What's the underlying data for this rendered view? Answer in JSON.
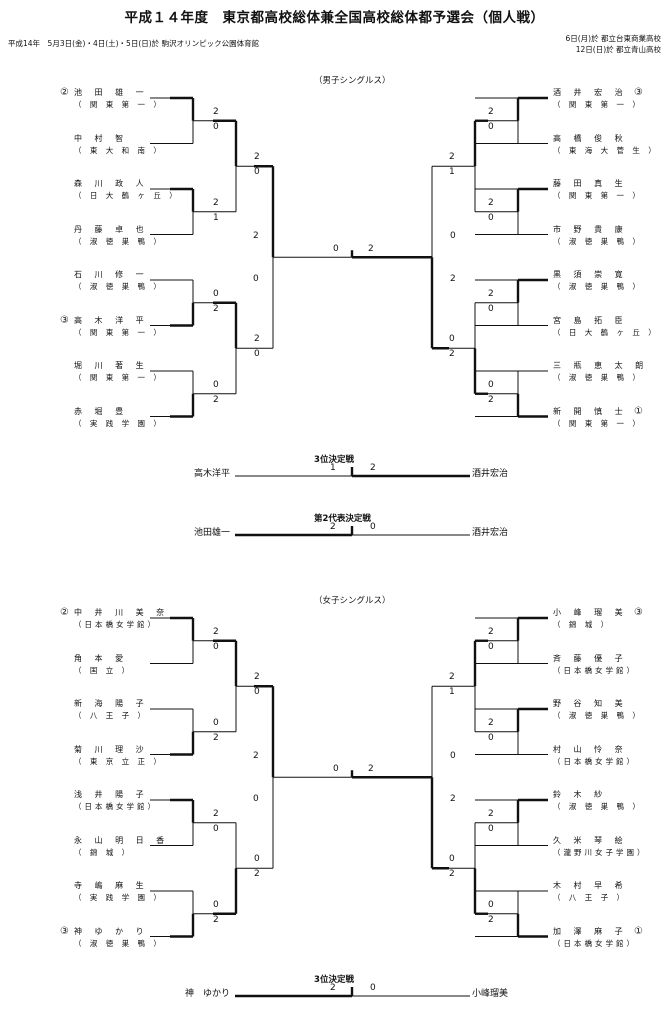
{
  "title": "平成１４年度　東京都高校総体兼全国高校総体都予選会（個人戦）",
  "header": {
    "dates_left": "平成14年　5月3日(金)・4日(土)・5日(日)於 駒沢オリンピック公園体育館",
    "dates_right_1": "6日(月)於 都立台東商業高校",
    "dates_right_2": "12日(日)於 都立青山高校"
  },
  "men": {
    "section_label": "（男子シングルス）",
    "left_players": [
      {
        "seed": "②",
        "name": "池 田 雄 一",
        "school": "（ 関 東 第 一 ）"
      },
      {
        "seed": "",
        "name": "中 村 智",
        "school": "（ 東 大 和 南 ）"
      },
      {
        "seed": "",
        "name": "森 川 政 人",
        "school": "（ 日 大 鶴 ヶ 丘 ）"
      },
      {
        "seed": "",
        "name": "丹 藤 卓 也",
        "school": "（ 淑 徳 巣 鴨 ）"
      },
      {
        "seed": "",
        "name": "石 川 修 一",
        "school": "（ 淑 徳 巣 鴨 ）"
      },
      {
        "seed": "③",
        "name": "高 木 洋 平",
        "school": "（ 関 東 第 一 ）"
      },
      {
        "seed": "",
        "name": "堀 川 著 生",
        "school": "（ 関 東 第 一 ）"
      },
      {
        "seed": "",
        "name": "赤 堀 豊",
        "school": "（ 実 践 学 園 ）"
      }
    ],
    "right_players": [
      {
        "seed": "③",
        "name": "酒 井 宏 治",
        "school": "（ 関 東 第 一 ）"
      },
      {
        "seed": "",
        "name": "高 橋 俊 秋",
        "school": "（ 東 海 大 菅 生 ）"
      },
      {
        "seed": "",
        "name": "藤 田 真 生",
        "school": "（ 関 東 第 一 ）"
      },
      {
        "seed": "",
        "name": "市 野 貴 康",
        "school": "（ 淑 徳 巣 鴨 ）"
      },
      {
        "seed": "",
        "name": "黒 須 崇 寛",
        "school": "（ 淑 徳 巣 鴨 ）"
      },
      {
        "seed": "",
        "name": "宮 島 拓 臣",
        "school": "（ 日 大 鶴 ヶ 丘 ）"
      },
      {
        "seed": "",
        "name": "三 瓶 恵 太 朗",
        "school": "（ 淑 徳 巣 鴨 ）"
      },
      {
        "seed": "①",
        "name": "新 開 慎 士",
        "school": "（ 関 東 第 一 ）"
      }
    ],
    "left_r1": [
      [
        "2",
        "0"
      ],
      [
        "2",
        "1"
      ],
      [
        "0",
        "2"
      ],
      [
        "0",
        "2"
      ]
    ],
    "left_r2": [
      [
        "2",
        "0"
      ],
      [
        "2",
        "0"
      ]
    ],
    "left_sf": [
      "2",
      "0"
    ],
    "final": [
      "0",
      "2"
    ],
    "right_sf": [
      "0",
      "2"
    ],
    "right_r2": [
      [
        "2",
        "1"
      ],
      [
        "0",
        "2"
      ]
    ],
    "right_r1": [
      [
        "2",
        "0"
      ],
      [
        "2",
        "0"
      ],
      [
        "2",
        "0"
      ],
      [
        "0",
        "2"
      ]
    ],
    "third_place": {
      "label": "3位決定戦",
      "left": "高木洋平",
      "right": "酒井宏治",
      "scores": [
        "1",
        "2"
      ]
    },
    "second_rep": {
      "label": "第2代表決定戦",
      "left": "池田雄一",
      "right": "酒井宏治",
      "scores": [
        "2",
        "0"
      ]
    }
  },
  "women": {
    "section_label": "（女子シングルス）",
    "left_players": [
      {
        "seed": "②",
        "name": "中 井 川 美 奈",
        "school": "（日本橋女学館）"
      },
      {
        "seed": "",
        "name": "角 本 愛",
        "school": "（ 国 立 ）"
      },
      {
        "seed": "",
        "name": "新 海 陽 子",
        "school": "（ 八 王 子 ）"
      },
      {
        "seed": "",
        "name": "菊 川 理 沙",
        "school": "（ 東 京 立 正 ）"
      },
      {
        "seed": "",
        "name": "浅 井 陽 子",
        "school": "（日本橋女学館）"
      },
      {
        "seed": "",
        "name": "永 山 明 日 香",
        "school": "（ 錦 城 ）"
      },
      {
        "seed": "",
        "name": "寺 嶋 麻 生",
        "school": "（ 実 践 学 園 ）"
      },
      {
        "seed": "③",
        "name": "神 ゆ か り",
        "school": "（ 淑 徳 巣 鴨 ）"
      }
    ],
    "right_players": [
      {
        "seed": "③",
        "name": "小 峰 瑠 美",
        "school": "（ 錦 城 ）"
      },
      {
        "seed": "",
        "name": "斉 藤 優 子",
        "school": "（日本橋女学館）"
      },
      {
        "seed": "",
        "name": "野 谷 知 美",
        "school": "（ 淑 徳 巣 鴨 ）"
      },
      {
        "seed": "",
        "name": "村 山 怜 奈",
        "school": "（日本橋女学館）"
      },
      {
        "seed": "",
        "name": "鈴 木 紗",
        "school": "（ 淑 徳 巣 鴨 ）"
      },
      {
        "seed": "",
        "name": "久 米 琴 絵",
        "school": "（瀧野川女子学園）"
      },
      {
        "seed": "",
        "name": "木 村 早 希",
        "school": "（ 八 王 子 ）"
      },
      {
        "seed": "①",
        "name": "加 澤 麻 子",
        "school": "（日本橋女学館）"
      }
    ],
    "left_r1": [
      [
        "2",
        "0"
      ],
      [
        "0",
        "2"
      ],
      [
        "2",
        "0"
      ],
      [
        "0",
        "2"
      ]
    ],
    "left_r2": [
      [
        "2",
        "0"
      ],
      [
        "0",
        "2"
      ]
    ],
    "left_sf": [
      "2",
      "0"
    ],
    "final": [
      "0",
      "2"
    ],
    "right_sf": [
      "0",
      "2"
    ],
    "right_r2": [
      [
        "2",
        "1"
      ],
      [
        "0",
        "2"
      ]
    ],
    "right_r1": [
      [
        "2",
        "0"
      ],
      [
        "2",
        "0"
      ],
      [
        "2",
        "0"
      ],
      [
        "0",
        "2"
      ]
    ],
    "third_place": {
      "label": "3位決定戦",
      "left": "神　ゆかり",
      "right": "小峰瑠美",
      "scores": [
        "2",
        "0"
      ]
    }
  }
}
